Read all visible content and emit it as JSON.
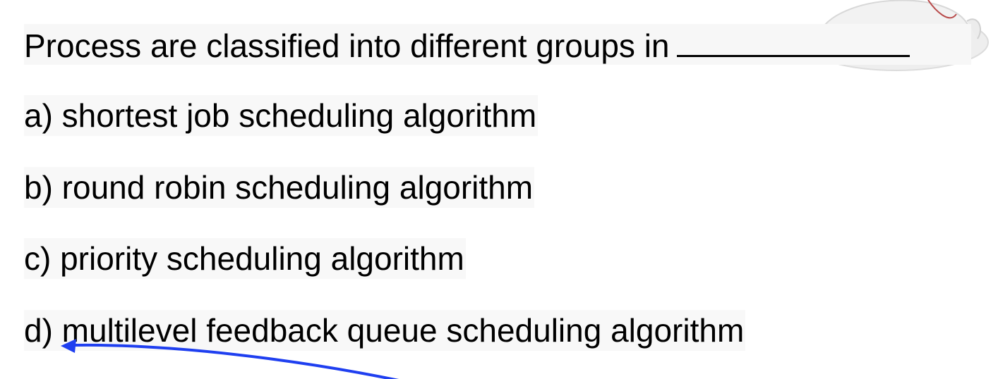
{
  "question": {
    "text": "Process are classified into different groups in"
  },
  "options": [
    {
      "text": "a) shortest job scheduling algorithm"
    },
    {
      "text": "b) round robin scheduling algorithm"
    },
    {
      "text": "c) priority scheduling algorithm"
    },
    {
      "text": "d) multilevel feedback queue scheduling algorithm"
    }
  ],
  "colors": {
    "arrow": "#1f3ff0",
    "text": "#000000"
  },
  "icons": {
    "decoration": "cartoon-figure-icon",
    "pointer": "answer-arrow-icon"
  }
}
